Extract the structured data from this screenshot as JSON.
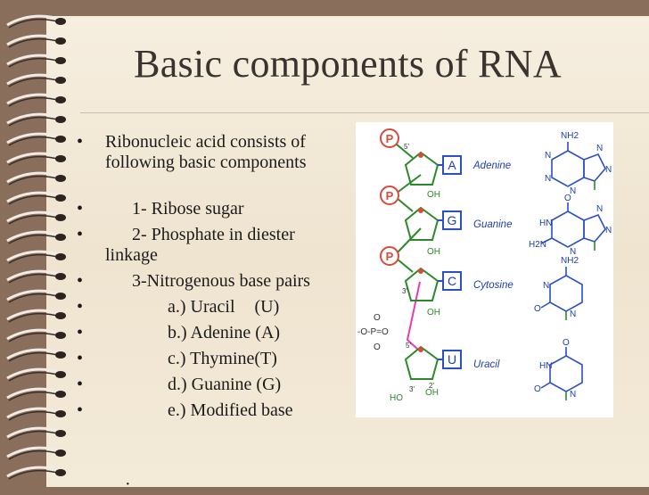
{
  "slide": {
    "title": "Basic components of RNA",
    "bullets": [
      {
        "text": "Ribonucleic acid consists of following basic components",
        "indent": 0
      },
      {
        "text": "1- Ribose sugar",
        "indent": 1
      },
      {
        "text": "2- Phosphate in diester linkage",
        "indent": 1
      },
      {
        "text": "3-Nitrogenous base pairs",
        "indent": 1
      },
      {
        "text": "a.) Uracil",
        "suffix": "(U)",
        "indent": 2
      },
      {
        "text": "b.) Adenine (A)",
        "indent": 2
      },
      {
        "text": "c.) Thymine(T)",
        "indent": 2
      },
      {
        "text": "d.) Guanine (G)",
        "indent": 2
      },
      {
        "text": "e.) Modified base",
        "indent": 2
      }
    ],
    "bullet_symbol": "•",
    "tail_glyph": "·"
  },
  "figure": {
    "nucleotides": [
      {
        "letter": "A",
        "name": "Adenine"
      },
      {
        "letter": "G",
        "name": "Guanine"
      },
      {
        "letter": "C",
        "name": "Cytosine"
      },
      {
        "letter": "U",
        "name": "Uracil"
      }
    ],
    "phosphate_label": "P",
    "labels": {
      "oh": "OH",
      "five_prime": "5'",
      "three_prime": "3'",
      "two_prime": "2'",
      "ho": "HO",
      "phosphodiester": "-O-P=O",
      "o_minus": "O",
      "nh2": "NH2",
      "h2n": "H2N",
      "hn": "HN",
      "n": "N",
      "o": "O"
    },
    "colors": {
      "phosphate": "#d94a3a",
      "sugar": "#2a8a2a",
      "base_box": "#2a4fc8",
      "link_pink": "#e63cb0",
      "ring": "#2a4fc8",
      "text_blue": "#1d3fb0"
    }
  }
}
